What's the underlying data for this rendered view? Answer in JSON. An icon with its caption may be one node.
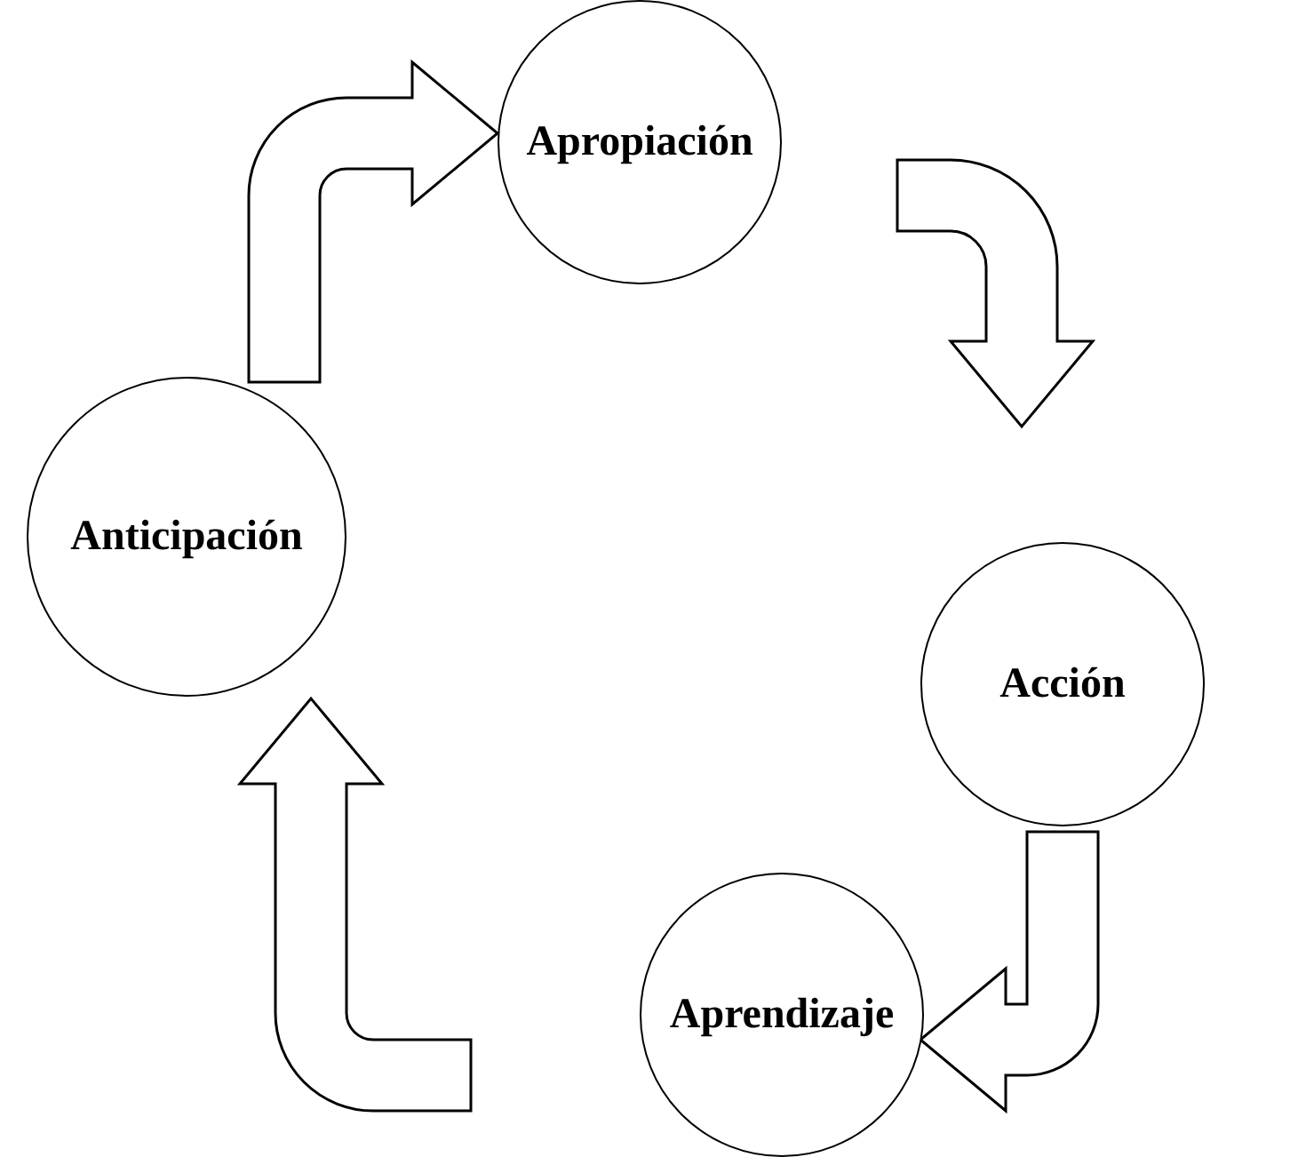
{
  "diagram": {
    "nodes": [
      {
        "text": [
          "Apropiación"
        ]
      },
      {
        "text": [
          "Acción"
        ]
      },
      {
        "text": [
          "Aprendizaje"
        ]
      },
      {
        "text": [
          "Anticipación"
        ]
      }
    ],
    "edges": [
      {
        "from": 0,
        "to": 1,
        "arrow": "to"
      },
      {
        "from": 1,
        "to": 2,
        "arrow": "to"
      },
      {
        "from": 2,
        "to": 3,
        "arrow": "to"
      },
      {
        "from": 3,
        "to": 0,
        "arrow": "to"
      }
    ]
  }
}
